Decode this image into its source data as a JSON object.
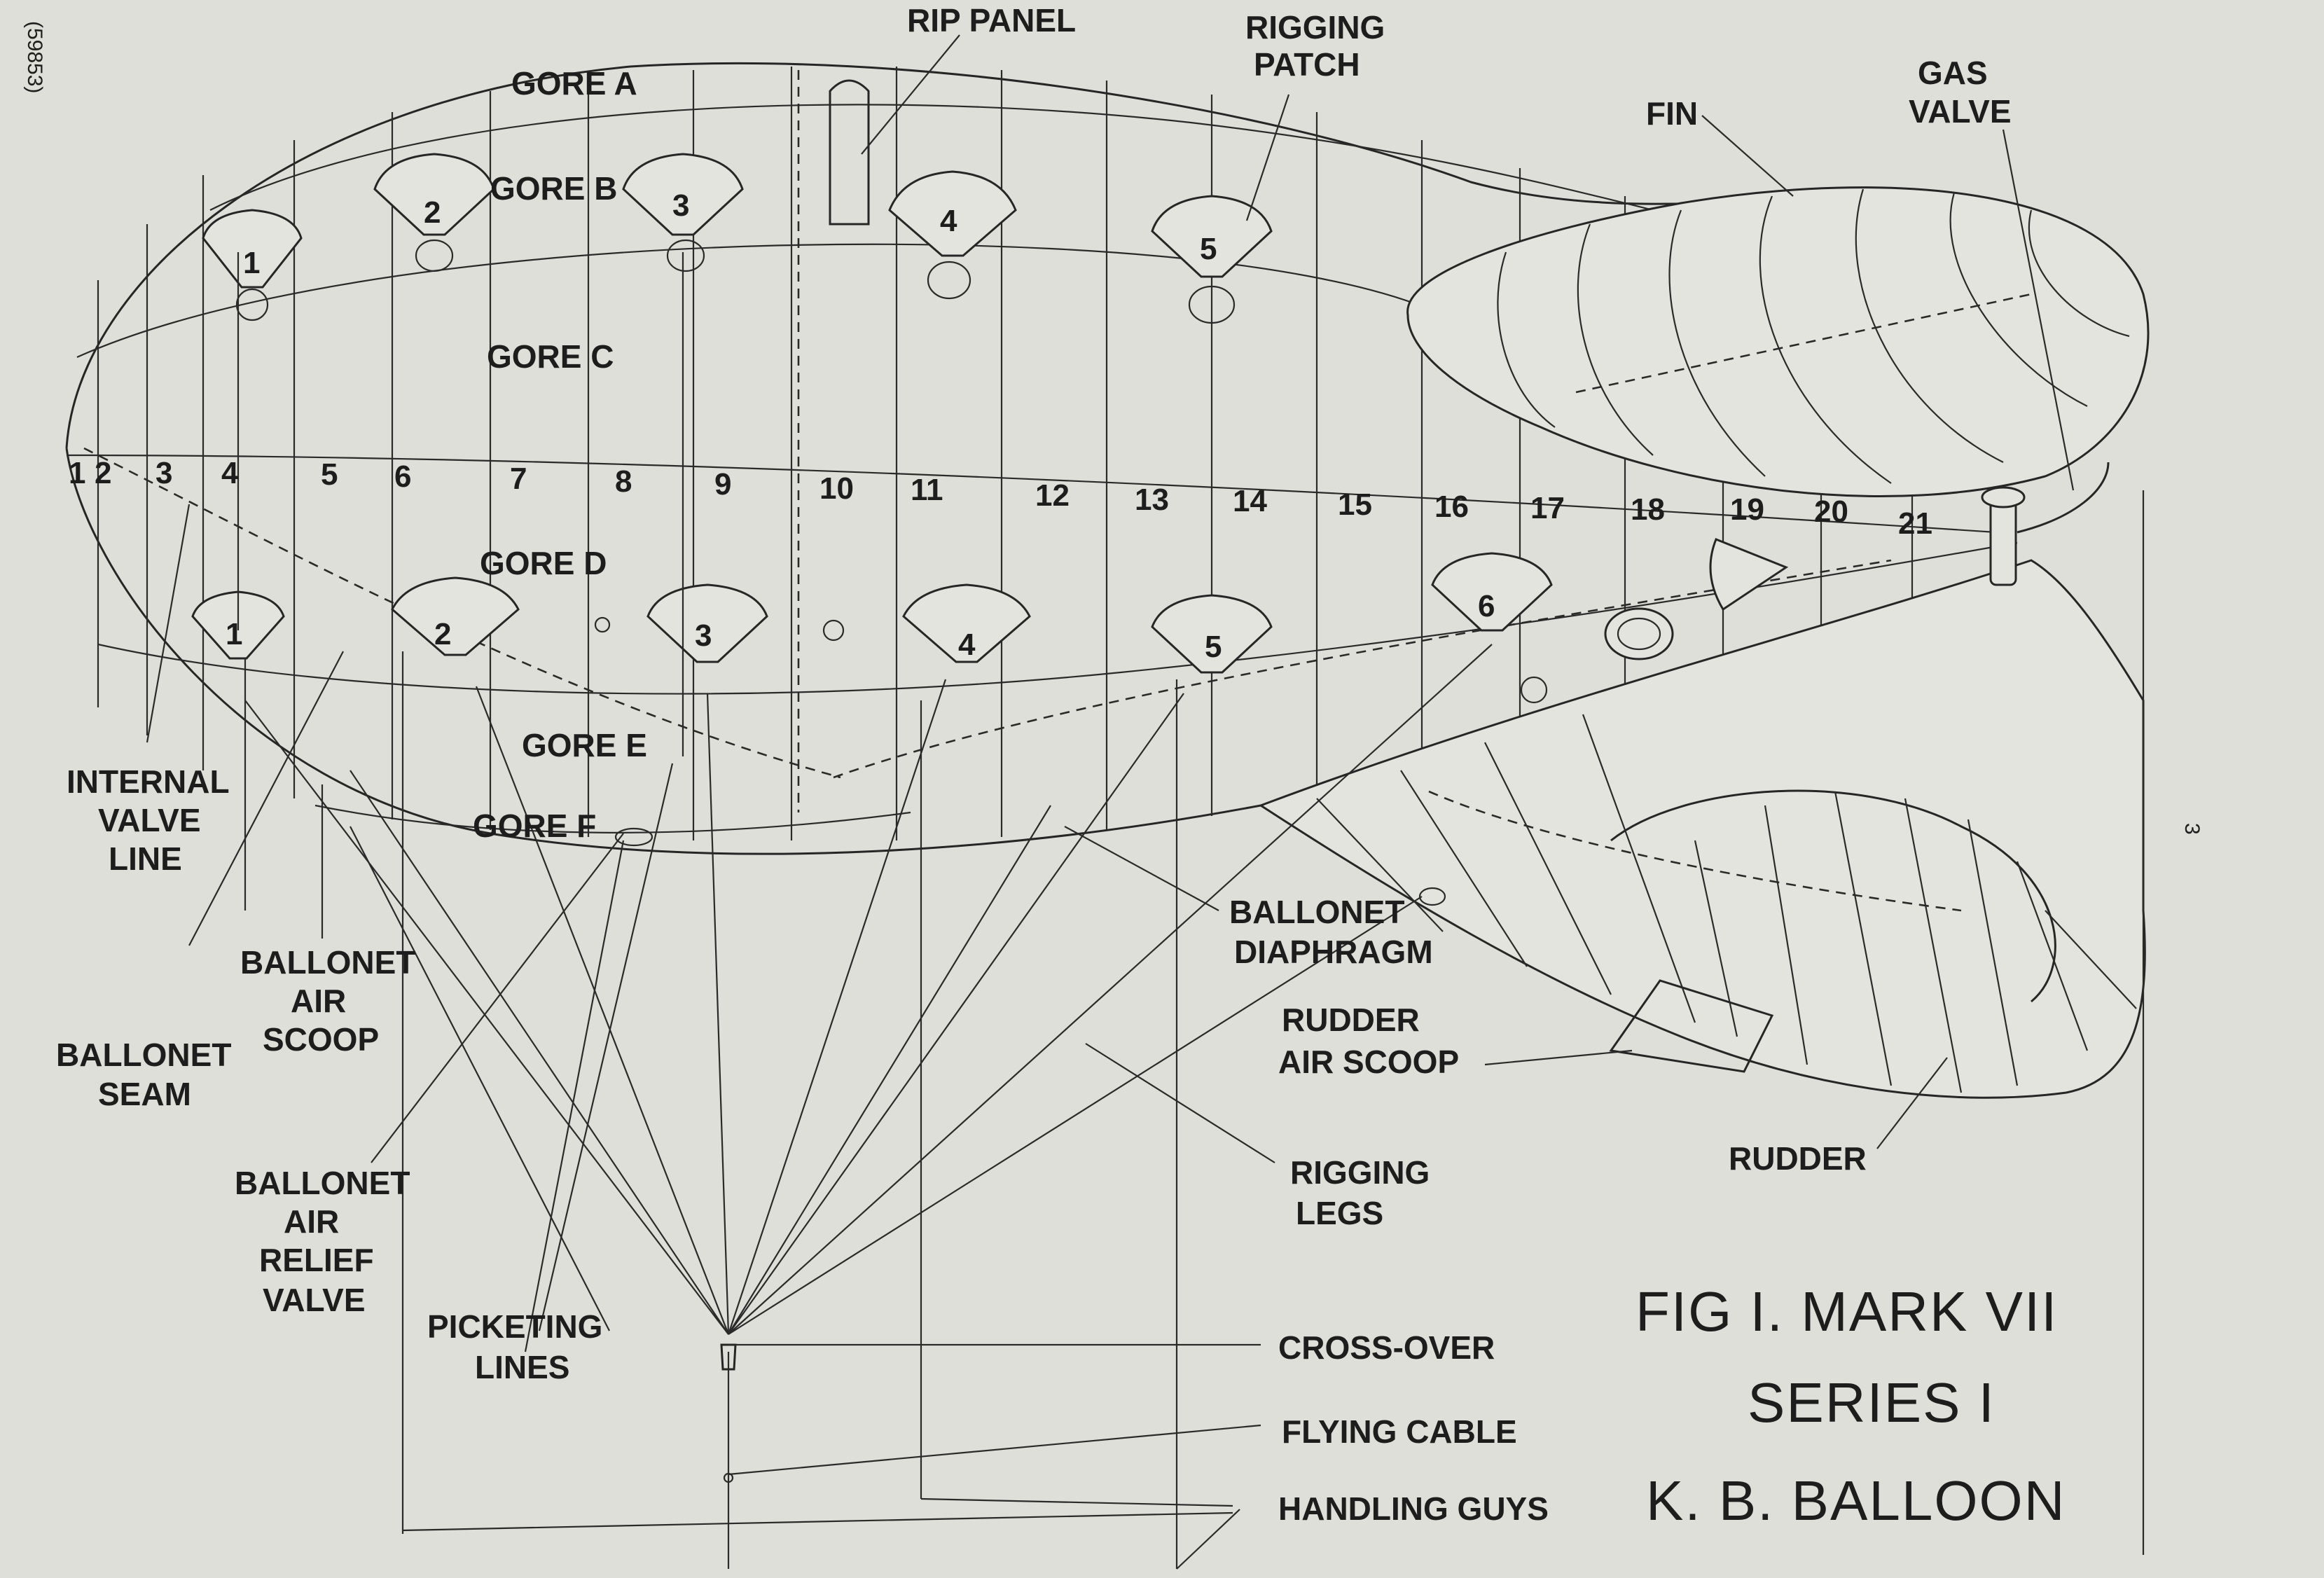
{
  "figure": {
    "title_lines": [
      "FIG I.  MARK VII",
      "SERIES  I",
      "K. B.  BALLOON"
    ],
    "edge_code": "(59853)",
    "page_number": "3"
  },
  "gores": [
    "GORE A",
    "GORE B",
    "GORE C",
    "GORE D",
    "GORE E",
    "GORE F"
  ],
  "section_numbers": [
    "1",
    "2",
    "3",
    "4",
    "5",
    "6",
    "7",
    "8",
    "9",
    "10",
    "11",
    "12",
    "13",
    "14",
    "15",
    "16",
    "17",
    "18",
    "19",
    "20",
    "21"
  ],
  "upper_patches": [
    "1",
    "2",
    "3",
    "4",
    "5"
  ],
  "lower_patches": [
    "1",
    "2",
    "3",
    "4",
    "5",
    "6"
  ],
  "labels": {
    "rip_panel": "RIP PANEL",
    "rigging_patch": [
      "RIGGING",
      "PATCH"
    ],
    "gas_valve": [
      "GAS",
      "VALVE"
    ],
    "fin": "FIN",
    "internal_valve_line": [
      "INTERNAL",
      "VALVE",
      "LINE"
    ],
    "ballonet_air_scoop": [
      "BALLONET",
      "AIR",
      "SCOOP"
    ],
    "ballonet_seam": [
      "BALLONET",
      "SEAM"
    ],
    "ballonet_air_relief_valve": [
      "BALLONET",
      "AIR",
      "RELIEF",
      "VALVE"
    ],
    "picketing_lines": [
      "PICKETING",
      "LINES"
    ],
    "ballonet_diaphragm": [
      "BALLONET",
      "DIAPHRAGM"
    ],
    "rudder_air_scoop": [
      "RUDDER",
      "AIR  SCOOP"
    ],
    "rigging_legs": [
      "RIGGING",
      "LEGS"
    ],
    "rudder": "RUDDER",
    "cross_over": "CROSS-OVER",
    "flying_cable": "FLYING  CABLE",
    "handling_guys": "HANDLING  GUYS"
  }
}
